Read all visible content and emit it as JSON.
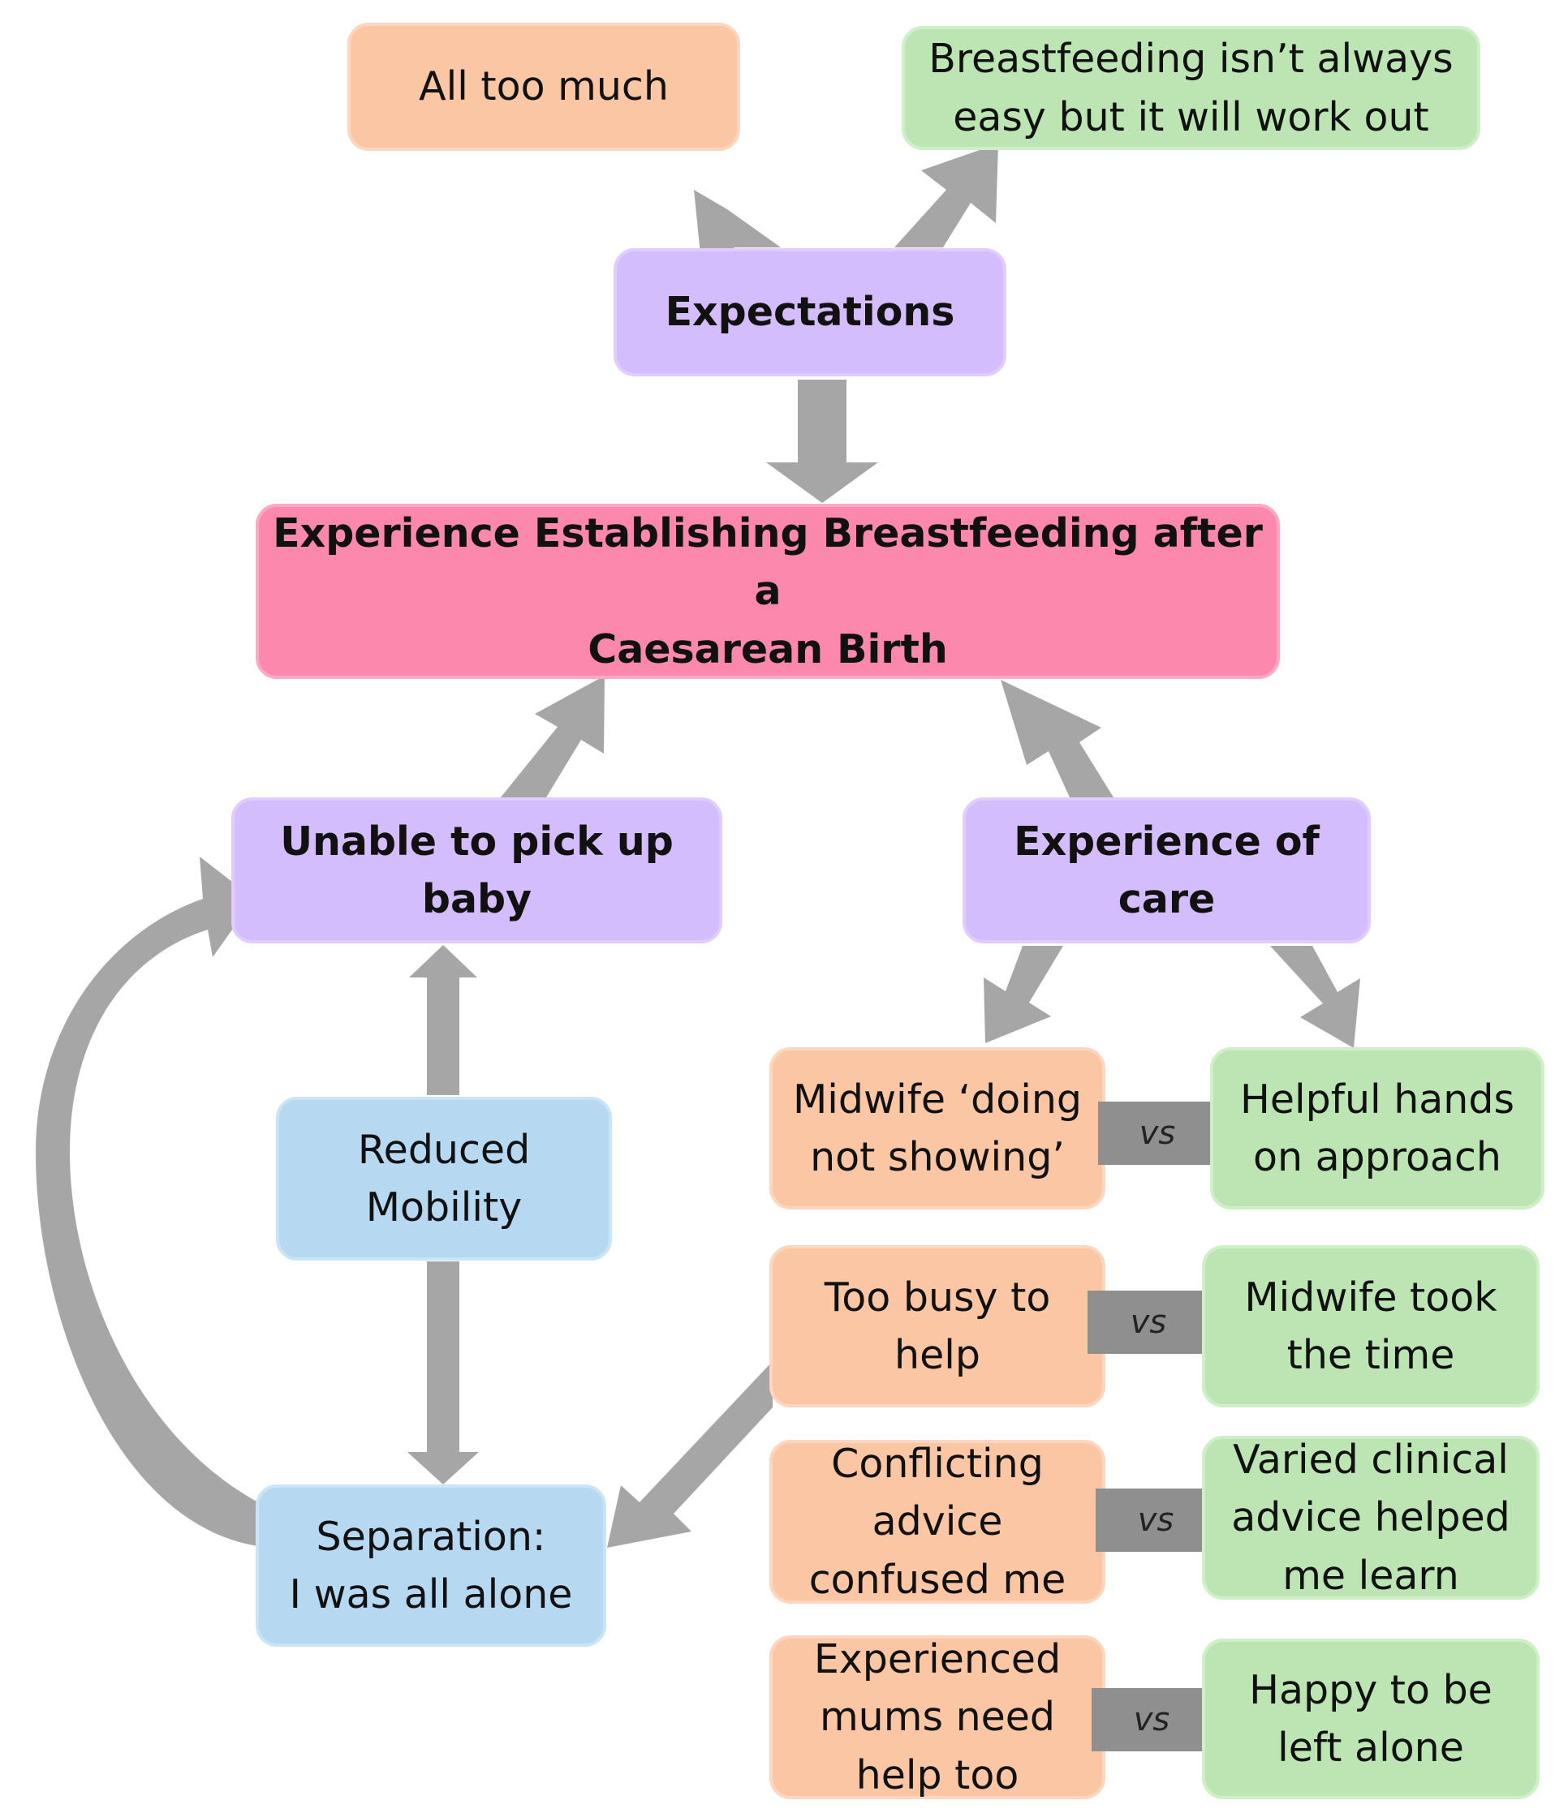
{
  "colors": {
    "purple_node": "#d4bdfd",
    "pink_node": "#fd88ad",
    "orange_node": "#fbc6a4",
    "green_node": "#bde5b4",
    "blue_node": "#b6d8f1",
    "arrow": "#a6a6a6"
  },
  "nodes": {
    "all_too_much": "All too much",
    "breastfeeding_not_easy": "Breastfeeding isn’t always\neasy but it will work out",
    "expectations": "Expectations",
    "central_theme": "Experience Establishing Breastfeeding after a\nCaesarean Birth",
    "unable_to_pick_up": "Unable to pick up baby",
    "experience_of_care": "Experience of care",
    "reduced_mobility": "Reduced\nMobility",
    "separation": "Separation:\nI was all alone",
    "midwife_doing": "Midwife ‘doing\nnot showing’",
    "helpful_hands": "Helpful hands\non approach",
    "too_busy": "Too busy to\nhelp",
    "took_time": "Midwife took\nthe time",
    "conflicting_advice": "Conflicting\nadvice\nconfused me",
    "varied_advice": "Varied clinical\nadvice helped\nme learn",
    "experienced_mums": "Experienced\nmums need\nhelp too",
    "happy_alone": "Happy to be\nleft alone"
  },
  "versus_label": "vs"
}
